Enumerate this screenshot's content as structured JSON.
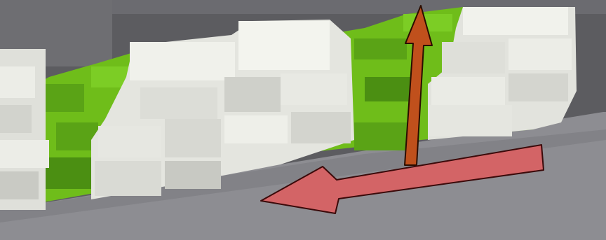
{
  "scene": {
    "description": "",
    "colors": {
      "background_wall": "#5c5c60",
      "floor": "#8e8e93",
      "blocks_light": "#e7e8e2",
      "blocks_shadow": "#b7b8b1",
      "green_steps": "#6fbd1a",
      "green_dark": "#4b8f12",
      "arrow_vertical": "#c0501c",
      "arrow_horizontal": "#d36466"
    },
    "arrows": [
      {
        "name": "vertical-arrow",
        "direction": "up"
      },
      {
        "name": "horizontal-arrow",
        "direction": "left-down"
      }
    ]
  }
}
